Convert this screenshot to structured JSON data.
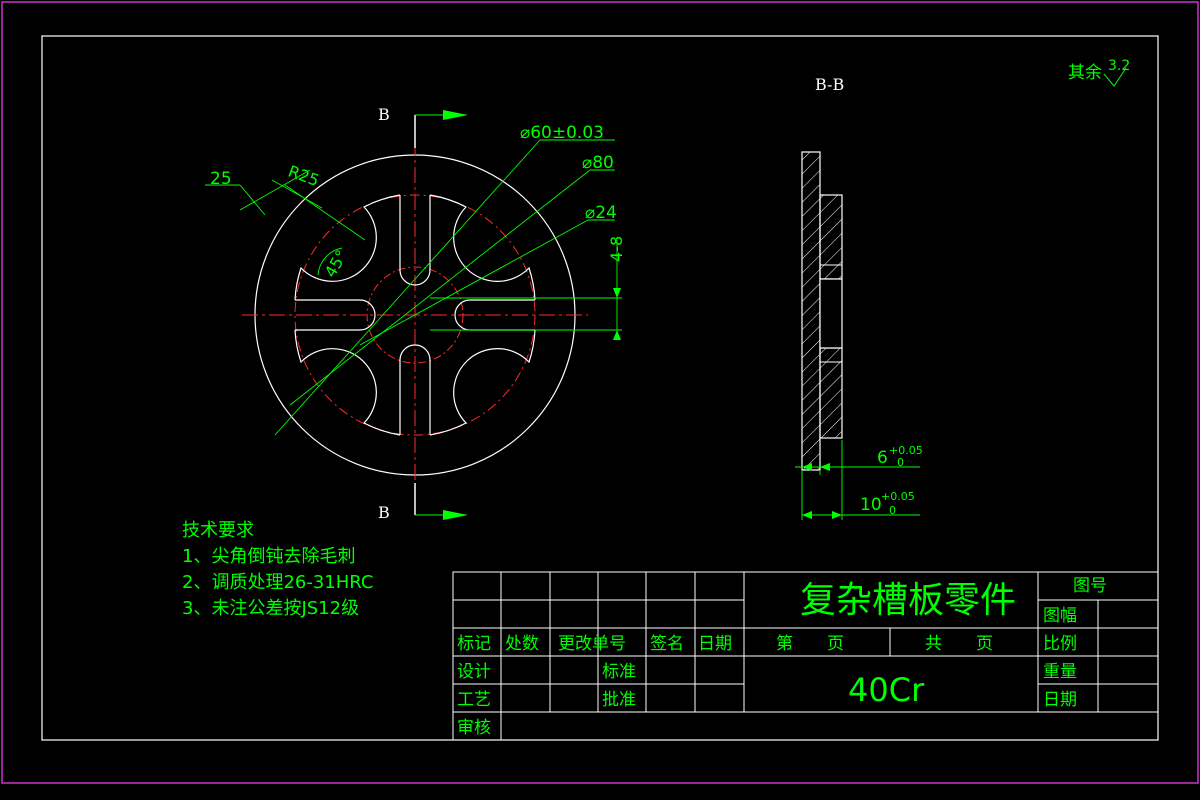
{
  "colors": {
    "background": "#000000",
    "outline": "#ffffff",
    "text": "#00ff00",
    "centerline": "#ff0000",
    "sheet_border": "#cc33cc"
  },
  "views": {
    "section_mark_top": "B",
    "section_mark_bottom": "B",
    "section_title": "B-B",
    "surface_finish_prefix": "其余",
    "surface_finish_value": "3.2"
  },
  "dimensions": {
    "d60": "⌀60±0.03",
    "d80": "⌀80",
    "d24": "⌀24",
    "r25": "R25",
    "len25": "25",
    "angle45": "45°",
    "slot": "4-8",
    "thk6": "6",
    "thk6_tol_upper": "+0.05",
    "thk6_tol_lower": "0",
    "thk10": "10",
    "thk10_tol_upper": "+0.05",
    "thk10_tol_lower": "0"
  },
  "tech_requirements": {
    "title": "技术要求",
    "items": [
      "1、尖角倒钝去除毛刺",
      "2、调质处理26-31HRC",
      "3、未注公差按JS12级"
    ]
  },
  "title_block": {
    "part_name": "复杂槽板零件",
    "material": "40Cr",
    "drawing_no_label": "图号",
    "sheet_size_label": "图幅",
    "scale_label": "比例",
    "weight_label": "重量",
    "date_label_right": "日期",
    "sheet_label": "第　　页",
    "total_label": "共　　页",
    "rev_headers": [
      "标记",
      "处数",
      "更改单号",
      "签名",
      "日期"
    ],
    "design_label": "设计",
    "process_label": "工艺",
    "review_label": "审核",
    "standard_label": "标准",
    "approve_label": "批准"
  }
}
